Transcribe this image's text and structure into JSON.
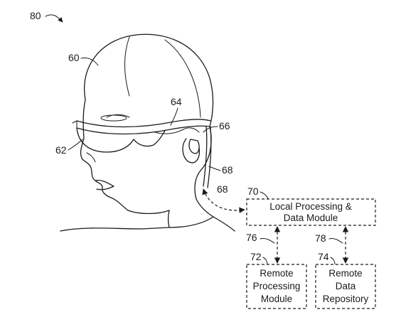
{
  "figure": {
    "number": "80"
  },
  "labels": {
    "head": "60",
    "frame": "64",
    "display": "62",
    "speaker": "66",
    "cable_upper": "68",
    "cable_lower": "68",
    "local_module": "70",
    "remote_processing": "72",
    "remote_repository": "74",
    "link_processing": "76",
    "link_repository": "78"
  },
  "boxes": {
    "local": {
      "line1": "Local Processing &",
      "line2": "Data Module"
    },
    "remote_processing": {
      "line1": "Remote",
      "line2": "Processing",
      "line3": "Module"
    },
    "remote_repository": {
      "line1": "Remote",
      "line2": "Data",
      "line3": "Repository"
    }
  }
}
